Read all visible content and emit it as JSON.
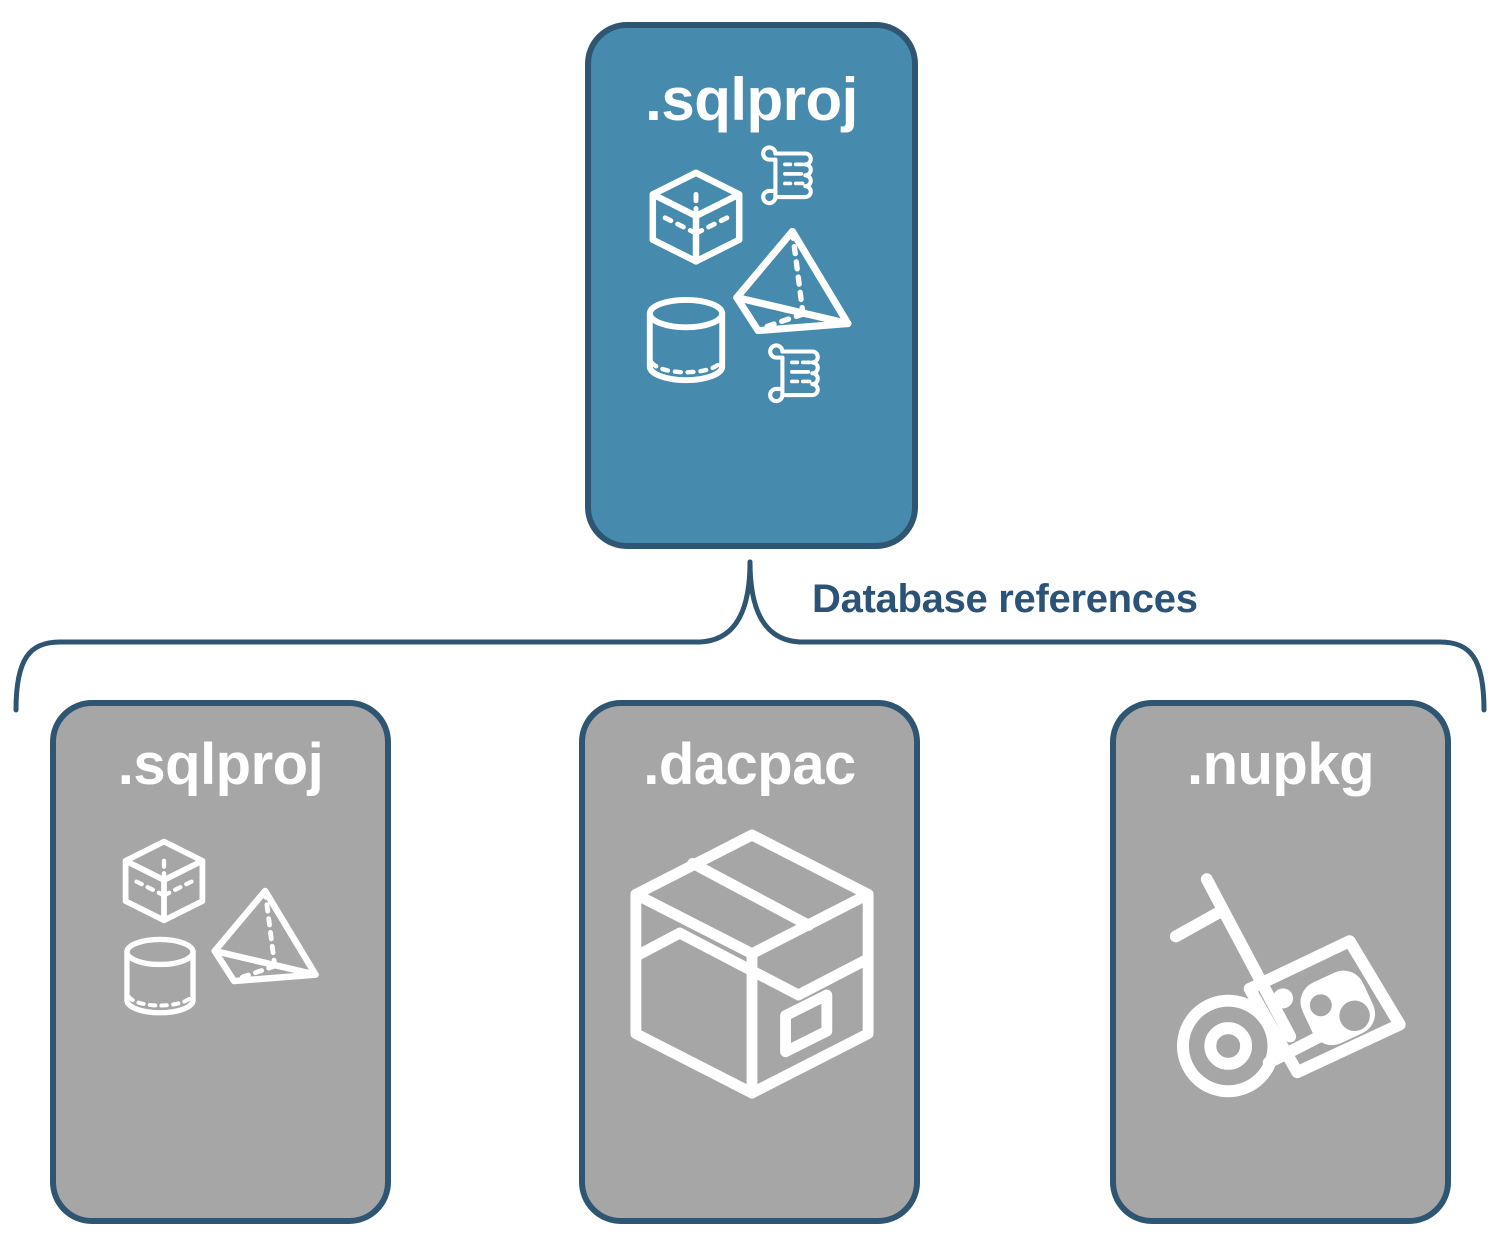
{
  "diagram": {
    "title_implicit": "SQL database project references",
    "colors": {
      "primary_card_fill": "#468BAE",
      "secondary_card_fill": "#A6A6A6",
      "card_border": "#2E5571",
      "label_text": "#2B5377",
      "icon_stroke": "#FFFFFF"
    }
  },
  "top_card": {
    "label": ".sqlproj",
    "icons": [
      "cube-icon",
      "scroll-icon",
      "pyramid-icon",
      "cylinder-icon",
      "scroll-icon"
    ]
  },
  "connector": {
    "label": "Database references",
    "style": "curly-brace"
  },
  "reference_cards": [
    {
      "label": ".sqlproj",
      "icons": [
        "cube-icon",
        "pyramid-icon",
        "cylinder-icon"
      ]
    },
    {
      "label": ".dacpac",
      "icons": [
        "package-box-icon"
      ]
    },
    {
      "label": ".nupkg",
      "icons": [
        "hand-truck-nuget-package-icon"
      ]
    }
  ]
}
